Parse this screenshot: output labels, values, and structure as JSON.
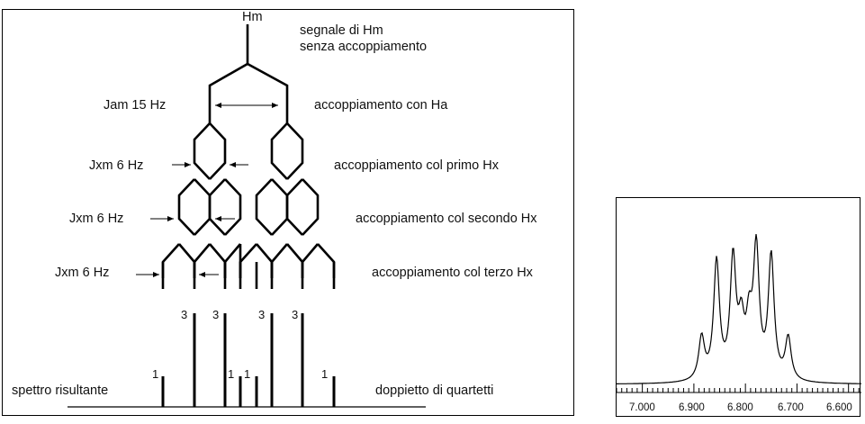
{
  "tree": {
    "top_label": "Hm",
    "rows": [
      {
        "left": "",
        "right_lines": [
          "segnale di Hm",
          "senza accoppiamento"
        ]
      },
      {
        "left": "Jam 15 Hz",
        "right_lines": [
          "accoppiamento con Ha"
        ]
      },
      {
        "left": "Jxm 6 Hz",
        "right_lines": [
          "accoppiamento col primo Hx"
        ]
      },
      {
        "left": "Jxm 6 Hz",
        "right_lines": [
          "accoppiamento col secondo Hx"
        ]
      },
      {
        "left": "Jxm 6 Hz",
        "right_lines": [
          "accoppiamento col terzo Hx"
        ]
      }
    ],
    "result_left": "spettro risultante",
    "result_right": "doppietto di quartetti",
    "stick_intensities": [
      "1",
      "3",
      "3",
      "1",
      "1",
      "3",
      "3",
      "1"
    ],
    "line_color": "#000000"
  },
  "spectrum": {
    "x_ticks": [
      "7.000",
      "6.900",
      "6.800",
      "6.700",
      "6.600"
    ]
  }
}
